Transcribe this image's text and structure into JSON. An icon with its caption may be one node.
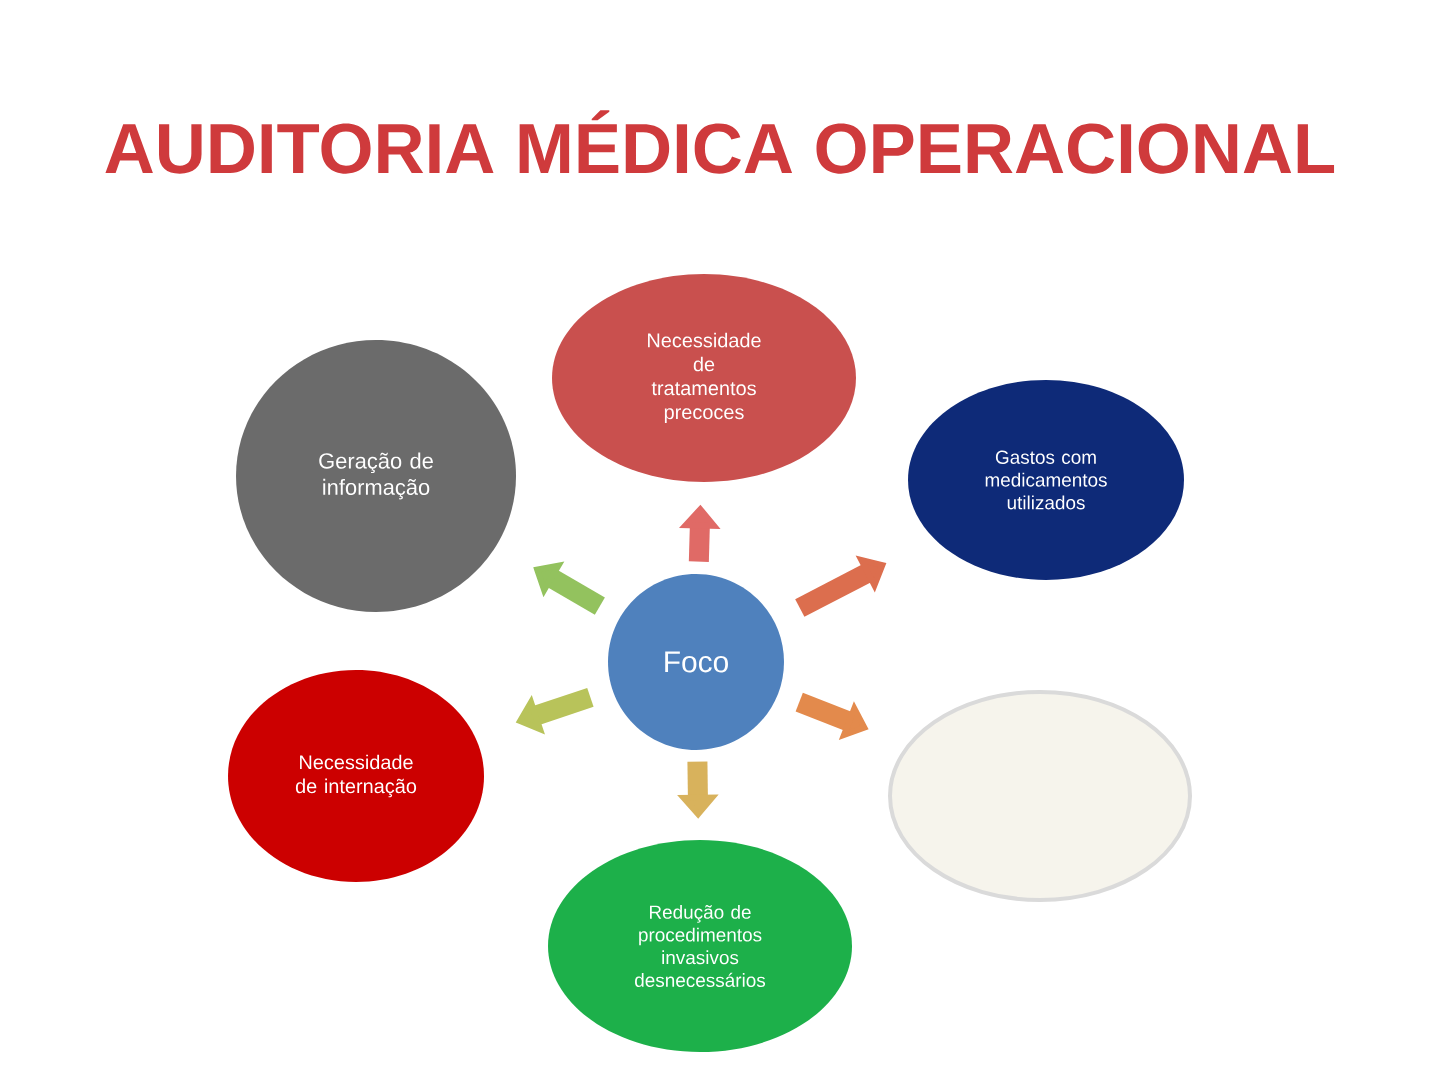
{
  "diagram": {
    "title": "AUDITORIA MÉDICA OPERACIONAL",
    "nodes": [
      {
        "text": [
          "Necessidade de tratamentos precoces"
        ]
      },
      {
        "text": [
          "Geração de informação"
        ]
      },
      {
        "text": [
          "Gastos com medicamentos utilizados"
        ]
      },
      {
        "text": [
          "Foco"
        ]
      },
      {
        "text": [
          "Necessidade de internação"
        ]
      },
      {
        "text": [],
        "shape": "ellipse"
      },
      {
        "text": [
          "Redução de procedimentos invasivos desnecessários"
        ]
      }
    ],
    "edges": [
      {
        "from": 3,
        "to": 0,
        "arrow": "to",
        "color": "#e06a66"
      },
      {
        "from": 3,
        "to": 2,
        "arrow": "to",
        "color": "#dc6e4e"
      },
      {
        "from": 3,
        "to": 5,
        "arrow": "to",
        "color": "#e38a4c"
      },
      {
        "from": 3,
        "to": 6,
        "arrow": "to",
        "color": "#d8b25c"
      },
      {
        "from": 3,
        "to": 4,
        "arrow": "to",
        "color": "#b8c35a"
      },
      {
        "from": 3,
        "to": 1,
        "arrow": "to",
        "color": "#93c25e"
      }
    ]
  }
}
